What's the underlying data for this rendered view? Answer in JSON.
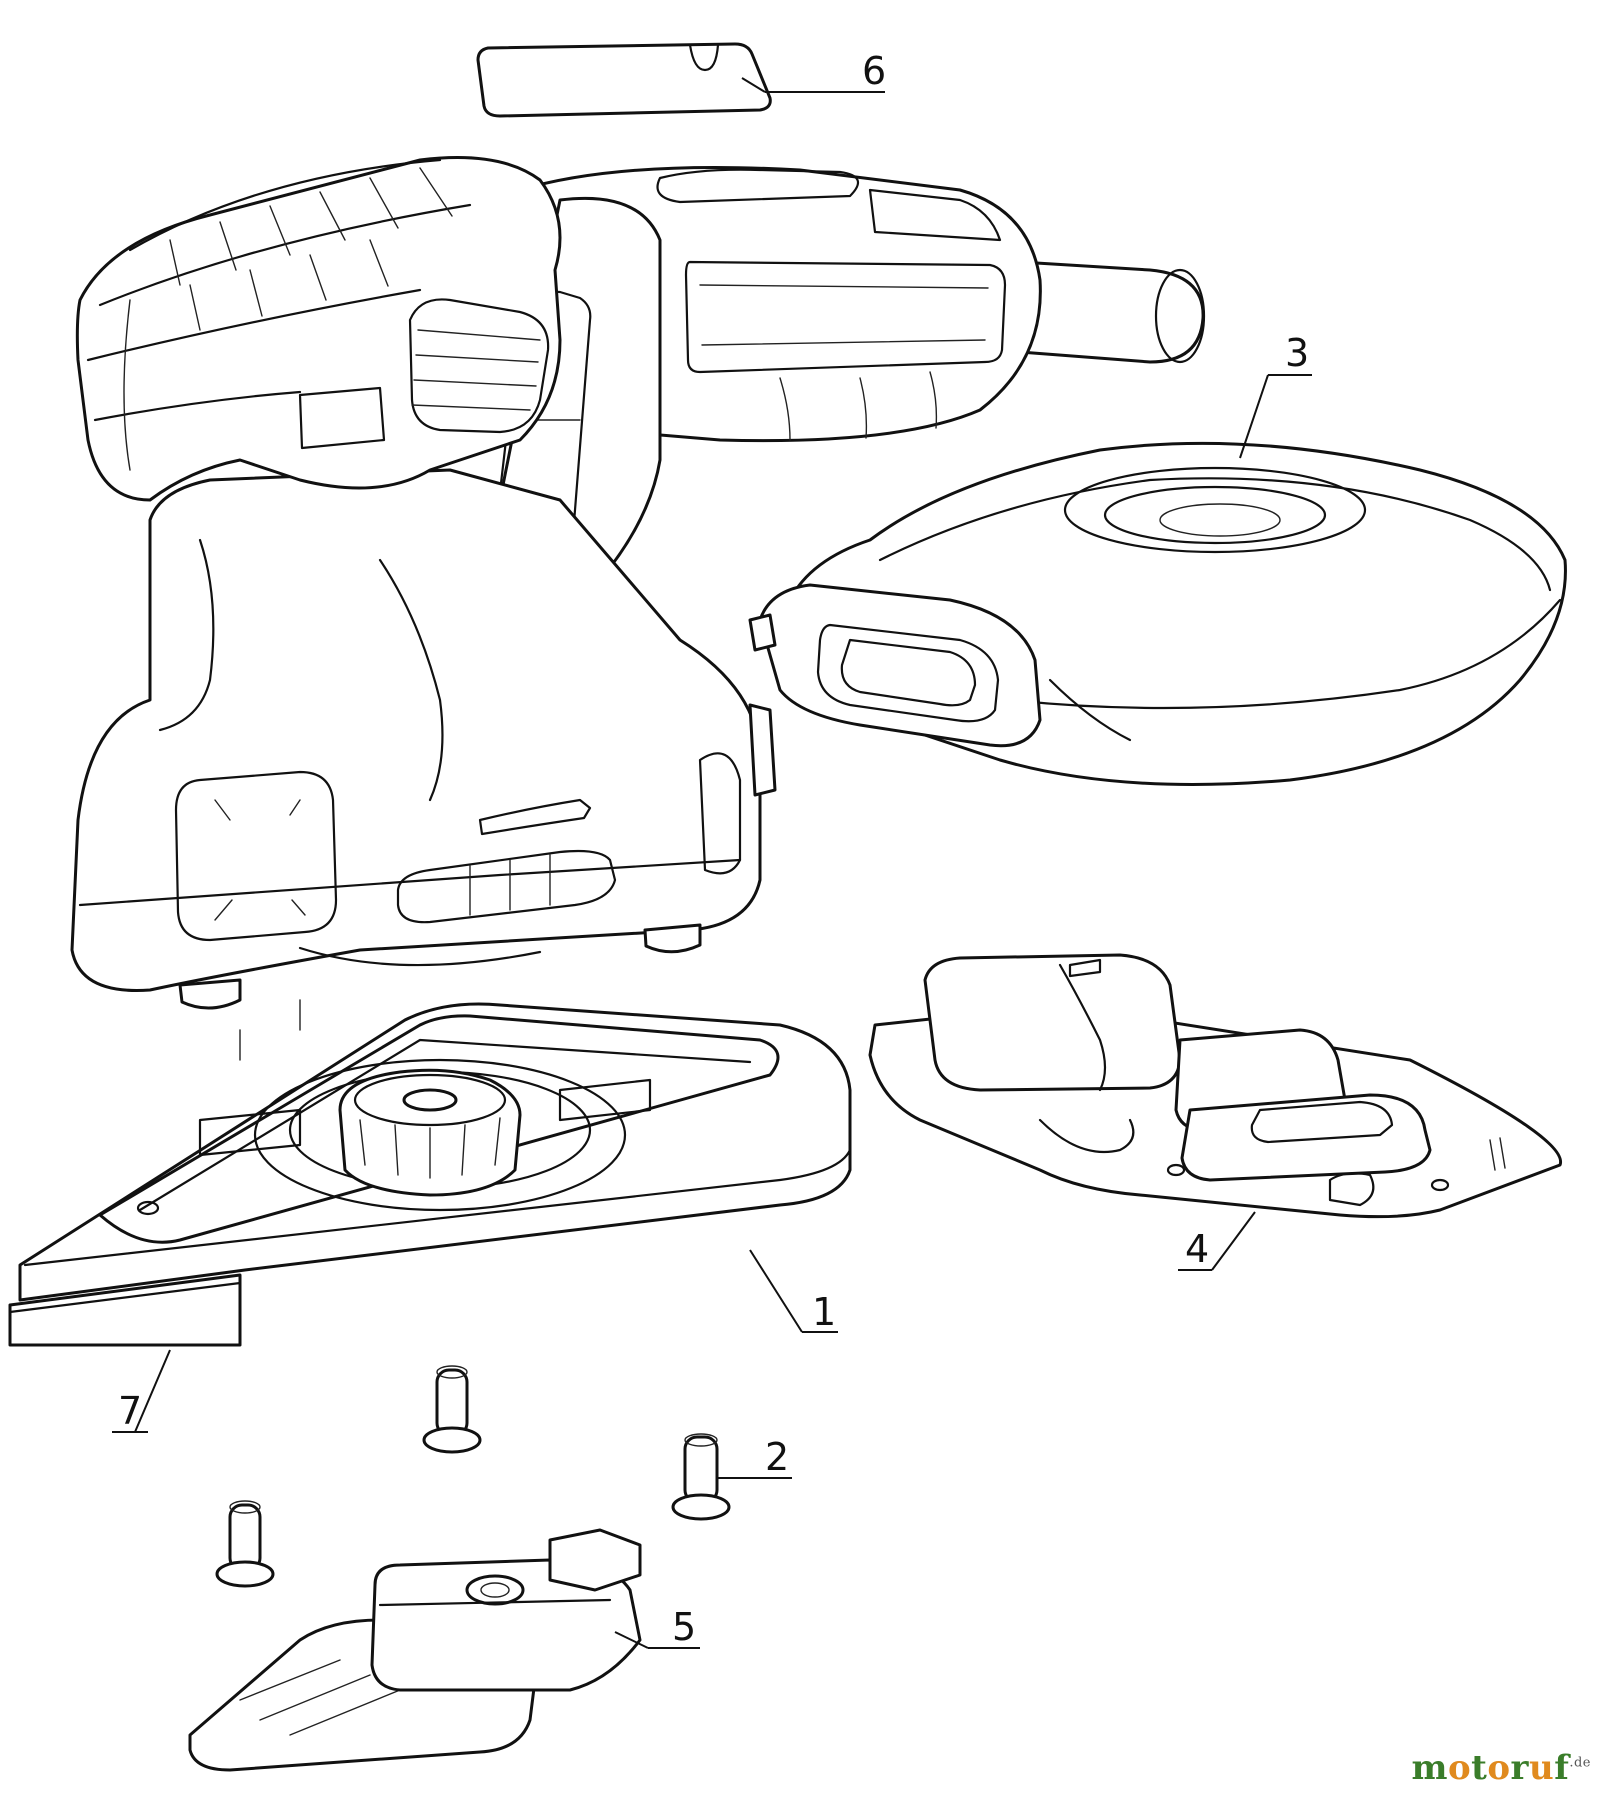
{
  "callouts": [
    {
      "id": "1",
      "label": "1"
    },
    {
      "id": "2",
      "label": "2"
    },
    {
      "id": "3",
      "label": "3"
    },
    {
      "id": "4",
      "label": "4"
    },
    {
      "id": "5",
      "label": "5"
    },
    {
      "id": "6",
      "label": "6"
    },
    {
      "id": "7",
      "label": "7"
    }
  ],
  "watermark": {
    "parts": [
      "m",
      "o",
      "t",
      "o",
      "r",
      "u",
      "f"
    ],
    "colors": [
      "#3a7d2a",
      "#e08a1e",
      "#3a7d2a",
      "#e08a1e",
      "#3a7d2a",
      "#e08a1e",
      "#3a7d2a"
    ],
    "suffix": ".de"
  }
}
